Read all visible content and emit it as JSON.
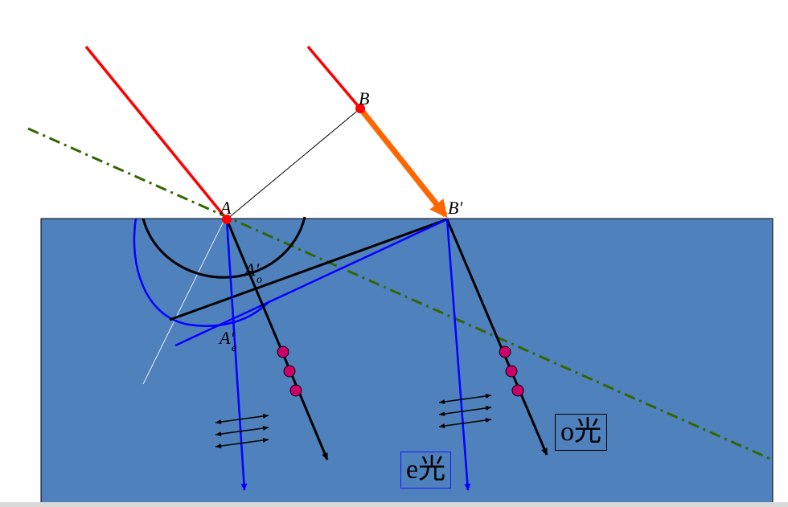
{
  "labels": {
    "A": "A",
    "B": "B",
    "B_prime": "B′",
    "A_o_main": "A′",
    "A_o_sub": "o",
    "A_e_main": "A′",
    "A_e_sub": "e"
  },
  "boxes": {
    "e_light": "e光",
    "o_light": "o光"
  },
  "colors": {
    "crystal": "#4f81bd",
    "incident": "#ff0000",
    "wavefront_arrow": "#ff6600",
    "e_ray": "#0000ff",
    "o_ray": "#000000",
    "optic_axis": "#336600",
    "dot": "#cc0066"
  }
}
